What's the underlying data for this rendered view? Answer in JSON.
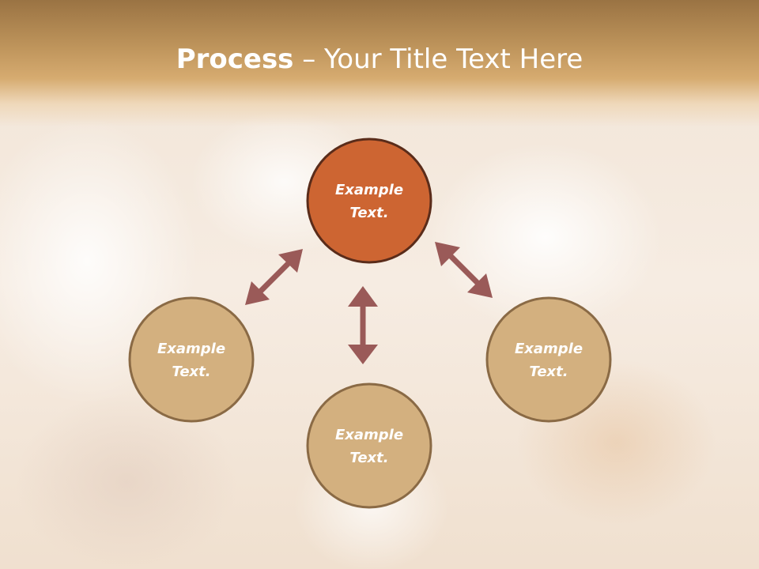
{
  "slide": {
    "title_bold": "Process",
    "title_rest": " – Your Title Text Here"
  },
  "diagram": {
    "nodes": [
      {
        "id": "top",
        "line1": "Example",
        "line2": "Text.",
        "fill": "#cd6532",
        "stroke": "#5a2c1a"
      },
      {
        "id": "left",
        "line1": "Example",
        "line2": "Text.",
        "fill": "#d3b07f",
        "stroke": "#8a6a45"
      },
      {
        "id": "right",
        "line1": "Example",
        "line2": "Text.",
        "fill": "#d3b07f",
        "stroke": "#8a6a45"
      },
      {
        "id": "bottom",
        "line1": "Example",
        "line2": "Text.",
        "fill": "#d3b07f",
        "stroke": "#8a6a45"
      }
    ],
    "arrow_color": "#9a5a58"
  }
}
